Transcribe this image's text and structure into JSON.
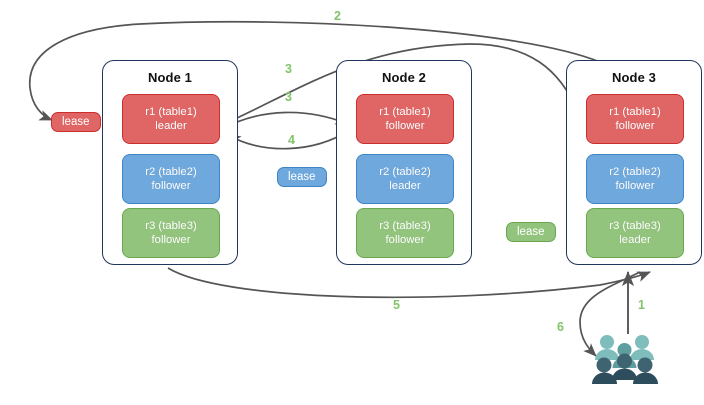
{
  "diagram": {
    "title": "Raft replica lease / request routing diagram",
    "colors": {
      "red": "#e06666",
      "red_border": "#cc2d2d",
      "blue": "#6fa8dc",
      "blue_border": "#3d85c6",
      "green": "#93c47d",
      "green_border": "#6aa84f",
      "node_border": "#22355c",
      "label_green": "#82c46a",
      "arrow": "#555555",
      "users_back": "#7fbdbd",
      "users_mid": "#5f9e9e",
      "users_front_dark": "#3d6470",
      "users_front_darker": "#2e4d5c"
    }
  },
  "nodes": [
    {
      "id": "node1",
      "title": "Node 1",
      "replicas": [
        {
          "name": "r1 (table1)",
          "role": "leader",
          "color": "red"
        },
        {
          "name": "r2 (table2)",
          "role": "follower",
          "color": "blue"
        },
        {
          "name": "r3 (table3)",
          "role": "follower",
          "color": "green"
        }
      ]
    },
    {
      "id": "node2",
      "title": "Node 2",
      "replicas": [
        {
          "name": "r1 (table1)",
          "role": "follower",
          "color": "red"
        },
        {
          "name": "r2 (table2)",
          "role": "leader",
          "color": "blue"
        },
        {
          "name": "r3 (table3)",
          "role": "follower",
          "color": "green"
        }
      ]
    },
    {
      "id": "node3",
      "title": "Node 3",
      "replicas": [
        {
          "name": "r1 (table1)",
          "role": "follower",
          "color": "red"
        },
        {
          "name": "r2 (table2)",
          "role": "follower",
          "color": "blue"
        },
        {
          "name": "r3 (table3)",
          "role": "leader",
          "color": "green"
        }
      ]
    }
  ],
  "leases": [
    {
      "id": "lease-r1",
      "label": "lease",
      "color": "red"
    },
    {
      "id": "lease-r2",
      "label": "lease",
      "color": "blue"
    },
    {
      "id": "lease-r3",
      "label": "lease",
      "color": "green"
    }
  ],
  "steps": [
    {
      "id": "step-1",
      "label": "1"
    },
    {
      "id": "step-2",
      "label": "2"
    },
    {
      "id": "step-3a",
      "label": "3"
    },
    {
      "id": "step-3b",
      "label": "3"
    },
    {
      "id": "step-4",
      "label": "4"
    },
    {
      "id": "step-5",
      "label": "5"
    },
    {
      "id": "step-6",
      "label": "6"
    }
  ],
  "actors": {
    "users_label": "users-group-icon"
  }
}
